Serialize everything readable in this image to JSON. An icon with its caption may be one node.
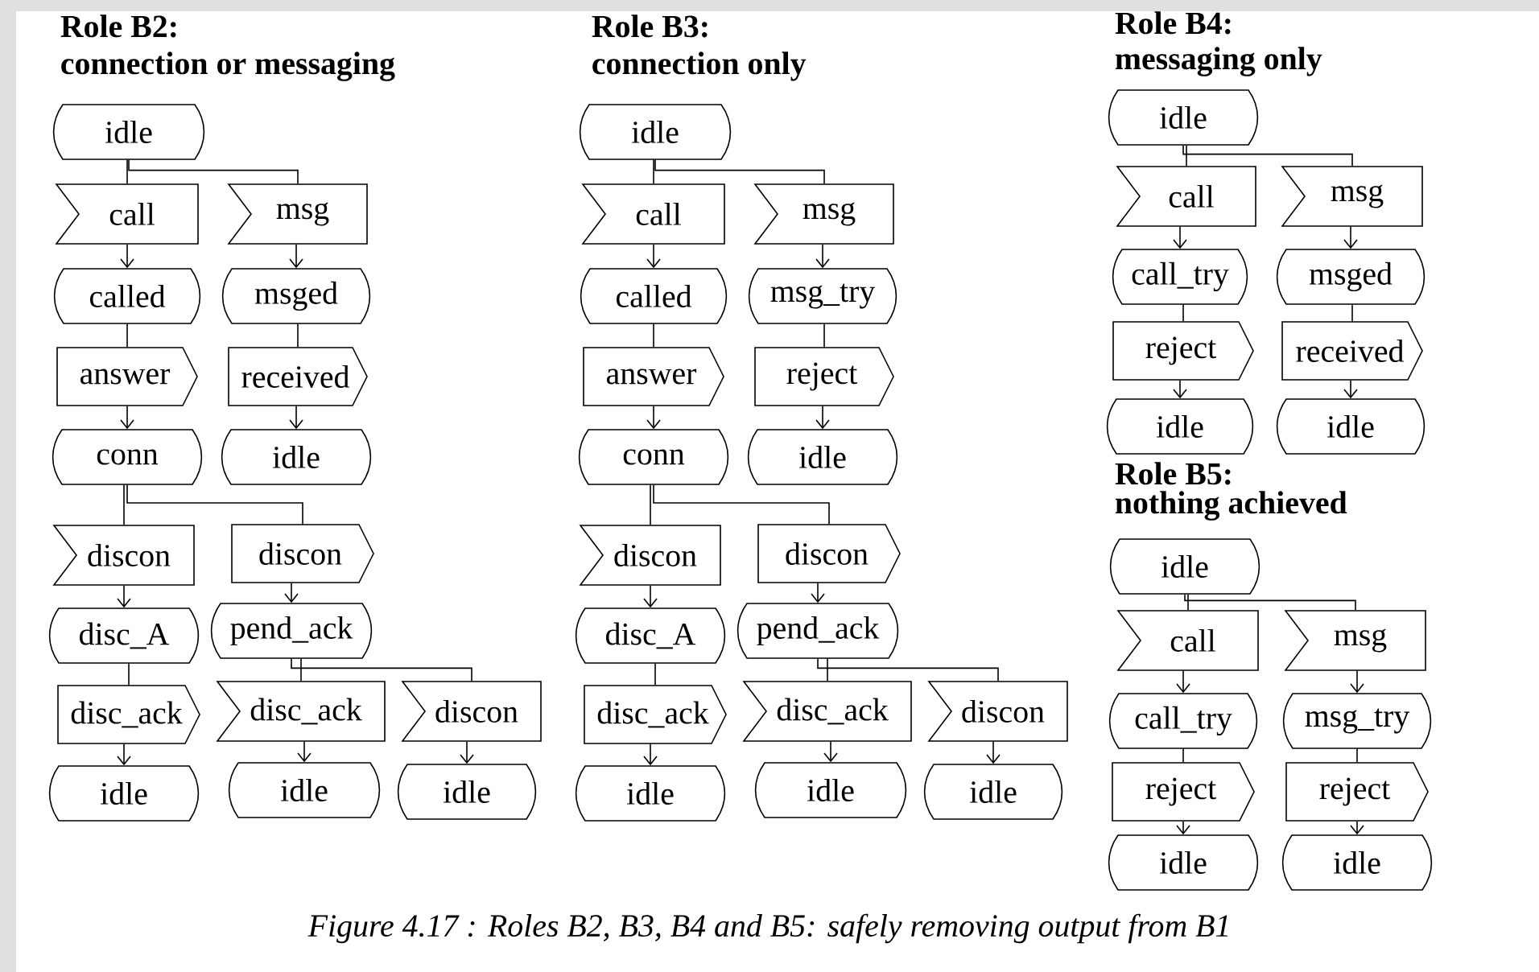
{
  "diagram": {
    "caption": "Figure 4.17 : Roles B2, B3, B4 and B5: safely removing output from B1",
    "nodes": [
      {
        "text": [
          "idle"
        ]
      },
      {
        "text": [
          "call"
        ]
      },
      {
        "text": [
          "msg"
        ]
      },
      {
        "text": [
          "called"
        ]
      },
      {
        "text": [
          "msged"
        ]
      },
      {
        "text": [
          "answer"
        ]
      },
      {
        "text": [
          "received"
        ]
      },
      {
        "text": [
          "conn"
        ]
      },
      {
        "text": [
          "idle"
        ]
      },
      {
        "text": [
          "discon"
        ]
      },
      {
        "text": [
          "discon"
        ]
      },
      {
        "text": [
          "disc_A"
        ]
      },
      {
        "text": [
          "pend_ack"
        ]
      },
      {
        "text": [
          "disc_ack"
        ]
      },
      {
        "text": [
          "disc_ack"
        ]
      },
      {
        "text": [
          "discon"
        ]
      },
      {
        "text": [
          "idle"
        ]
      },
      {
        "text": [
          "idle"
        ]
      },
      {
        "text": [
          "idle"
        ]
      },
      {
        "text": [
          "idle"
        ]
      },
      {
        "text": [
          "call"
        ]
      },
      {
        "text": [
          "msg"
        ]
      },
      {
        "text": [
          "called"
        ]
      },
      {
        "text": [
          "msg_try"
        ]
      },
      {
        "text": [
          "answer"
        ]
      },
      {
        "text": [
          "reject"
        ]
      },
      {
        "text": [
          "conn"
        ]
      },
      {
        "text": [
          "idle"
        ]
      },
      {
        "text": [
          "discon"
        ]
      },
      {
        "text": [
          "discon"
        ]
      },
      {
        "text": [
          "disc_A"
        ]
      },
      {
        "text": [
          "pend_ack"
        ]
      },
      {
        "text": [
          "disc_ack"
        ]
      },
      {
        "text": [
          "disc_ack"
        ]
      },
      {
        "text": [
          "discon"
        ]
      },
      {
        "text": [
          "idle"
        ]
      },
      {
        "text": [
          "idle"
        ]
      },
      {
        "text": [
          "idle"
        ]
      },
      {
        "text": [
          "idle"
        ]
      },
      {
        "text": [
          "call"
        ]
      },
      {
        "text": [
          "msg"
        ]
      },
      {
        "text": [
          "call_try"
        ]
      },
      {
        "text": [
          "msged"
        ]
      },
      {
        "text": [
          "reject"
        ]
      },
      {
        "text": [
          "received"
        ]
      },
      {
        "text": [
          "idle"
        ]
      },
      {
        "text": [
          "idle"
        ]
      },
      {
        "text": [
          "idle"
        ]
      },
      {
        "text": [
          "call"
        ]
      },
      {
        "text": [
          "msg"
        ]
      },
      {
        "text": [
          "call_try"
        ]
      },
      {
        "text": [
          "msg_try"
        ]
      },
      {
        "text": [
          "reject"
        ]
      },
      {
        "text": [
          "reject"
        ]
      },
      {
        "text": [
          "idle"
        ]
      },
      {
        "text": [
          "idle"
        ]
      }
    ],
    "edges": [
      {
        "from": 0,
        "to": 1,
        "arrow": "none"
      },
      {
        "from": 0,
        "to": 2,
        "arrow": "none"
      },
      {
        "from": 1,
        "to": 3,
        "arrow": "to"
      },
      {
        "from": 2,
        "to": 4,
        "arrow": "to"
      },
      {
        "from": 3,
        "to": 5,
        "arrow": "none"
      },
      {
        "from": 4,
        "to": 6,
        "arrow": "none"
      },
      {
        "from": 5,
        "to": 7,
        "arrow": "to"
      },
      {
        "from": 6,
        "to": 8,
        "arrow": "to"
      },
      {
        "from": 7,
        "to": 9,
        "arrow": "none"
      },
      {
        "from": 7,
        "to": 10,
        "arrow": "none"
      },
      {
        "from": 9,
        "to": 11,
        "arrow": "to"
      },
      {
        "from": 10,
        "to": 12,
        "arrow": "to"
      },
      {
        "from": 11,
        "to": 13,
        "arrow": "none"
      },
      {
        "from": 12,
        "to": 14,
        "arrow": "none"
      },
      {
        "from": 12,
        "to": 15,
        "arrow": "none"
      },
      {
        "from": 13,
        "to": 16,
        "arrow": "to"
      },
      {
        "from": 14,
        "to": 17,
        "arrow": "to"
      },
      {
        "from": 15,
        "to": 18,
        "arrow": "to"
      },
      {
        "from": 19,
        "to": 20,
        "arrow": "none"
      },
      {
        "from": 19,
        "to": 21,
        "arrow": "none"
      },
      {
        "from": 20,
        "to": 22,
        "arrow": "to"
      },
      {
        "from": 21,
        "to": 23,
        "arrow": "to"
      },
      {
        "from": 22,
        "to": 24,
        "arrow": "none"
      },
      {
        "from": 23,
        "to": 25,
        "arrow": "none"
      },
      {
        "from": 24,
        "to": 26,
        "arrow": "to"
      },
      {
        "from": 25,
        "to": 27,
        "arrow": "to"
      },
      {
        "from": 26,
        "to": 28,
        "arrow": "none"
      },
      {
        "from": 26,
        "to": 29,
        "arrow": "none"
      },
      {
        "from": 28,
        "to": 30,
        "arrow": "to"
      },
      {
        "from": 29,
        "to": 31,
        "arrow": "to"
      },
      {
        "from": 30,
        "to": 32,
        "arrow": "none"
      },
      {
        "from": 31,
        "to": 33,
        "arrow": "none"
      },
      {
        "from": 31,
        "to": 34,
        "arrow": "none"
      },
      {
        "from": 32,
        "to": 35,
        "arrow": "to"
      },
      {
        "from": 33,
        "to": 36,
        "arrow": "to"
      },
      {
        "from": 34,
        "to": 37,
        "arrow": "to"
      },
      {
        "from": 38,
        "to": 39,
        "arrow": "none"
      },
      {
        "from": 38,
        "to": 40,
        "arrow": "none"
      },
      {
        "from": 39,
        "to": 41,
        "arrow": "to"
      },
      {
        "from": 40,
        "to": 42,
        "arrow": "to"
      },
      {
        "from": 41,
        "to": 43,
        "arrow": "none"
      },
      {
        "from": 42,
        "to": 44,
        "arrow": "none"
      },
      {
        "from": 43,
        "to": 45,
        "arrow": "to"
      },
      {
        "from": 44,
        "to": 46,
        "arrow": "to"
      },
      {
        "from": 47,
        "to": 48,
        "arrow": "none"
      },
      {
        "from": 47,
        "to": 49,
        "arrow": "none"
      },
      {
        "from": 48,
        "to": 50,
        "arrow": "to"
      },
      {
        "from": 49,
        "to": 51,
        "arrow": "to"
      },
      {
        "from": 50,
        "to": 52,
        "arrow": "none"
      },
      {
        "from": 51,
        "to": 53,
        "arrow": "none"
      },
      {
        "from": 52,
        "to": 54,
        "arrow": "to"
      },
      {
        "from": 53,
        "to": 55,
        "arrow": "to"
      }
    ],
    "labels": [
      "Role B2:",
      "connection or messaging",
      "Role B3:",
      "connection only",
      "Role B4:",
      "messaging only",
      "Role B5:",
      "nothing achieved"
    ]
  }
}
